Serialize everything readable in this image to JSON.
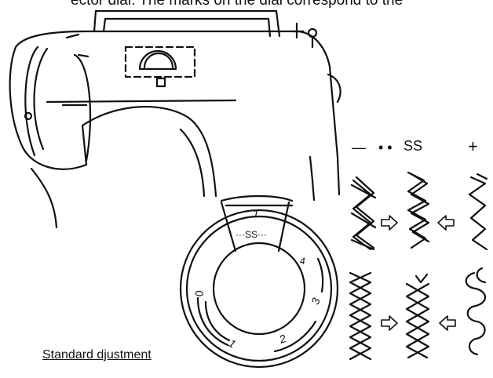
{
  "header_text": "ector dial.  The marks on the dial correspond to the",
  "legend": {
    "dash": "—",
    "dots": "• •",
    "ss": "SS",
    "plus": "+"
  },
  "dial": {
    "ss_mark": "···SS···",
    "numbers": [
      "1",
      "4",
      "3",
      "2",
      "1",
      "0"
    ]
  },
  "caption": "Standard djustment"
}
